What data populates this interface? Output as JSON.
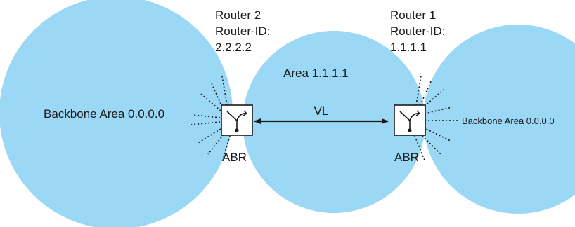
{
  "colors": {
    "area_fill": "#9ad8f5",
    "line": "#1a1a1a",
    "router_box": "#ffffff"
  },
  "router_2": {
    "name": "Router 2",
    "id_label": "Router-ID:",
    "id_value": "2.2.2.2",
    "role": "ABR",
    "icon": "router-icon"
  },
  "router_1": {
    "name": "Router 1",
    "id_label": "Router-ID:",
    "id_value": "1.1.1.1",
    "role": "ABR",
    "icon": "router-icon"
  },
  "areas": {
    "left": "Backbone Area 0.0.0.0",
    "middle": "Area 1.1.1.1",
    "right": "Backbone Area 0.0.0.0"
  },
  "link": {
    "label": "VL"
  }
}
